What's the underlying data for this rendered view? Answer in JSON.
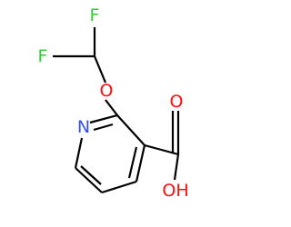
{
  "molecule": {
    "atoms": {
      "f1": {
        "symbol": "F",
        "color": "#32CD32"
      },
      "f2": {
        "symbol": "F",
        "color": "#32CD32"
      },
      "o_ether": {
        "symbol": "O",
        "color": "#FF0D0D"
      },
      "n_ring": {
        "symbol": "N",
        "color": "#3050F8"
      },
      "o_carbonyl": {
        "symbol": "O",
        "color": "#FF0D0D"
      },
      "oh": {
        "symbol": "OH",
        "color": "#FF0D0D"
      }
    },
    "bond_color": "#000000"
  }
}
